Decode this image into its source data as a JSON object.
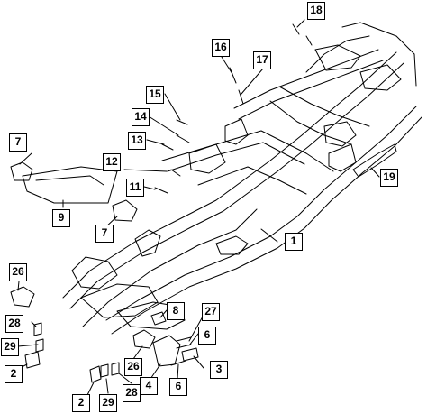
{
  "diagram": {
    "callouts": [
      {
        "id": "c1",
        "label": "1"
      },
      {
        "id": "c2a",
        "label": "2"
      },
      {
        "id": "c2b",
        "label": "2"
      },
      {
        "id": "c3",
        "label": "3"
      },
      {
        "id": "c4",
        "label": "4"
      },
      {
        "id": "c6a",
        "label": "6"
      },
      {
        "id": "c6b",
        "label": "6"
      },
      {
        "id": "c7a",
        "label": "7"
      },
      {
        "id": "c7b",
        "label": "7"
      },
      {
        "id": "c8",
        "label": "8"
      },
      {
        "id": "c9",
        "label": "9"
      },
      {
        "id": "c11",
        "label": "11"
      },
      {
        "id": "c12",
        "label": "12"
      },
      {
        "id": "c13",
        "label": "13"
      },
      {
        "id": "c14",
        "label": "14"
      },
      {
        "id": "c15",
        "label": "15"
      },
      {
        "id": "c16",
        "label": "16"
      },
      {
        "id": "c17",
        "label": "17"
      },
      {
        "id": "c18",
        "label": "18"
      },
      {
        "id": "c19",
        "label": "19"
      },
      {
        "id": "c26a",
        "label": "26"
      },
      {
        "id": "c26b",
        "label": "26"
      },
      {
        "id": "c27",
        "label": "27"
      },
      {
        "id": "c28a",
        "label": "28"
      },
      {
        "id": "c28b",
        "label": "28"
      },
      {
        "id": "c29a",
        "label": "29"
      },
      {
        "id": "c29b",
        "label": "29"
      }
    ]
  }
}
